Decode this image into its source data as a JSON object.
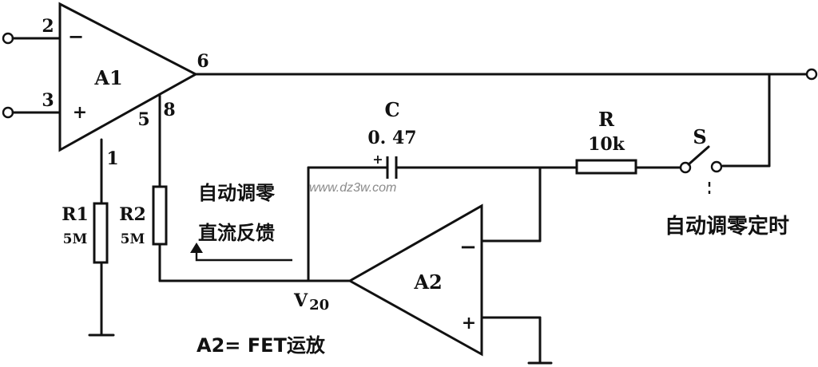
{
  "amp_a1": {
    "name": "A1",
    "pins": {
      "in_minus": "2",
      "in_plus": "3",
      "output": "6",
      "pin5": "5",
      "pin8": "8",
      "pin1": "1"
    },
    "minus_sign": "−",
    "plus_sign": "+"
  },
  "amp_a2": {
    "name": "A2",
    "minus_sign": "−",
    "plus_sign": "+",
    "description": "A2= FET运放"
  },
  "r1": {
    "name": "R1",
    "value": "5M"
  },
  "r2": {
    "name": "R2",
    "value": "5M"
  },
  "capacitor": {
    "name": "C",
    "value": "0. 47",
    "polarity": "+"
  },
  "resistor_r": {
    "name": "R",
    "value": "10k"
  },
  "switch": {
    "name": "S",
    "caption": "自动调零定时"
  },
  "node_v20": {
    "main": "V",
    "sub": "20"
  },
  "feedback": {
    "line1": "自动调零",
    "line2": "直流反馈"
  },
  "watermark": "www.dz3w.com"
}
